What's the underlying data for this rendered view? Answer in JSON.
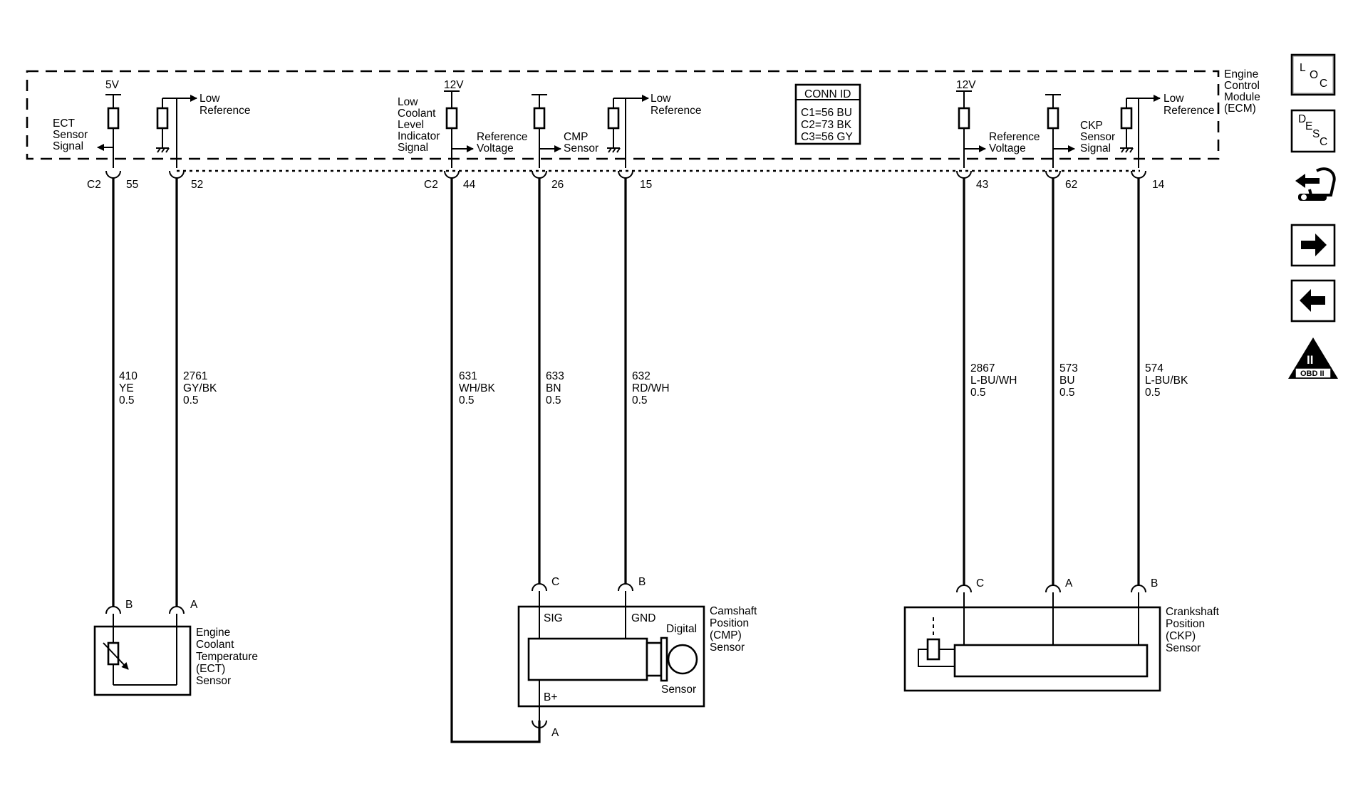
{
  "ecm": {
    "label": [
      "Engine",
      "Control",
      "Module",
      "(ECM)"
    ]
  },
  "conn_id": {
    "title": "CONN ID",
    "lines": [
      "C1=56 BU",
      "C2=73 BK",
      "C3=56 GY"
    ]
  },
  "pins": {
    "c2_left": "C2",
    "p55": "55",
    "p52": "52",
    "c2_mid": "C2",
    "p44": "44",
    "p26": "26",
    "p15": "15",
    "p43": "43",
    "p62": "62",
    "p14": "14"
  },
  "voltages": {
    "ect_5v": "5V",
    "cool_12v": "12V",
    "ckp_12v": "12V"
  },
  "ecm_labels": {
    "ect_signal": [
      "ECT",
      "Sensor",
      "Signal"
    ],
    "low_ref_1": [
      "Low",
      "Reference"
    ],
    "coolant_signal": [
      "Low",
      "Coolant",
      "Level",
      "Indicator",
      "Signal"
    ],
    "ref_voltage_1": [
      "Reference",
      "Voltage"
    ],
    "cmp_sensor": [
      "CMP",
      "Sensor"
    ],
    "low_ref_2": [
      "Low",
      "Reference"
    ],
    "ref_voltage_2": [
      "Reference",
      "Voltage"
    ],
    "ckp_signal": [
      "CKP",
      "Sensor",
      "Signal"
    ],
    "low_ref_3": [
      "Low",
      "Reference"
    ]
  },
  "wires": {
    "w410": [
      "410",
      "YE",
      "0.5"
    ],
    "w2761": [
      "2761",
      "GY/BK",
      "0.5"
    ],
    "w631": [
      "631",
      "WH/BK",
      "0.5"
    ],
    "w633": [
      "633",
      "BN",
      "0.5"
    ],
    "w632": [
      "632",
      "RD/WH",
      "0.5"
    ],
    "w2867": [
      "2867",
      "L-BU/WH",
      "0.5"
    ],
    "w573": [
      "573",
      "BU",
      "0.5"
    ],
    "w574": [
      "574",
      "L-BU/BK",
      "0.5"
    ]
  },
  "sensor_pins": {
    "ect_b": "B",
    "ect_a": "A",
    "cmp_c": "C",
    "cmp_b": "B",
    "cmp_a": "A",
    "ckp_c": "C",
    "ckp_a": "A",
    "ckp_b": "B"
  },
  "components": {
    "ect": [
      "Engine",
      "Coolant",
      "Temperature",
      "(ECT)",
      "Sensor"
    ],
    "cmp": [
      "Camshaft",
      "Position",
      "(CMP)",
      "Sensor"
    ],
    "ckp": [
      "Crankshaft",
      "Position",
      "(CKP)",
      "Sensor"
    ],
    "cmp_inner": {
      "sig": "SIG",
      "gnd": "GND",
      "digital": "Digital",
      "bplus": "B+",
      "sensor": "Sensor"
    }
  },
  "sidebar": {
    "loc": [
      "L",
      "O",
      "C"
    ],
    "desc": [
      "D",
      "E",
      "S",
      "C"
    ],
    "obd": {
      "numeral": "II",
      "label": "OBD II"
    }
  }
}
